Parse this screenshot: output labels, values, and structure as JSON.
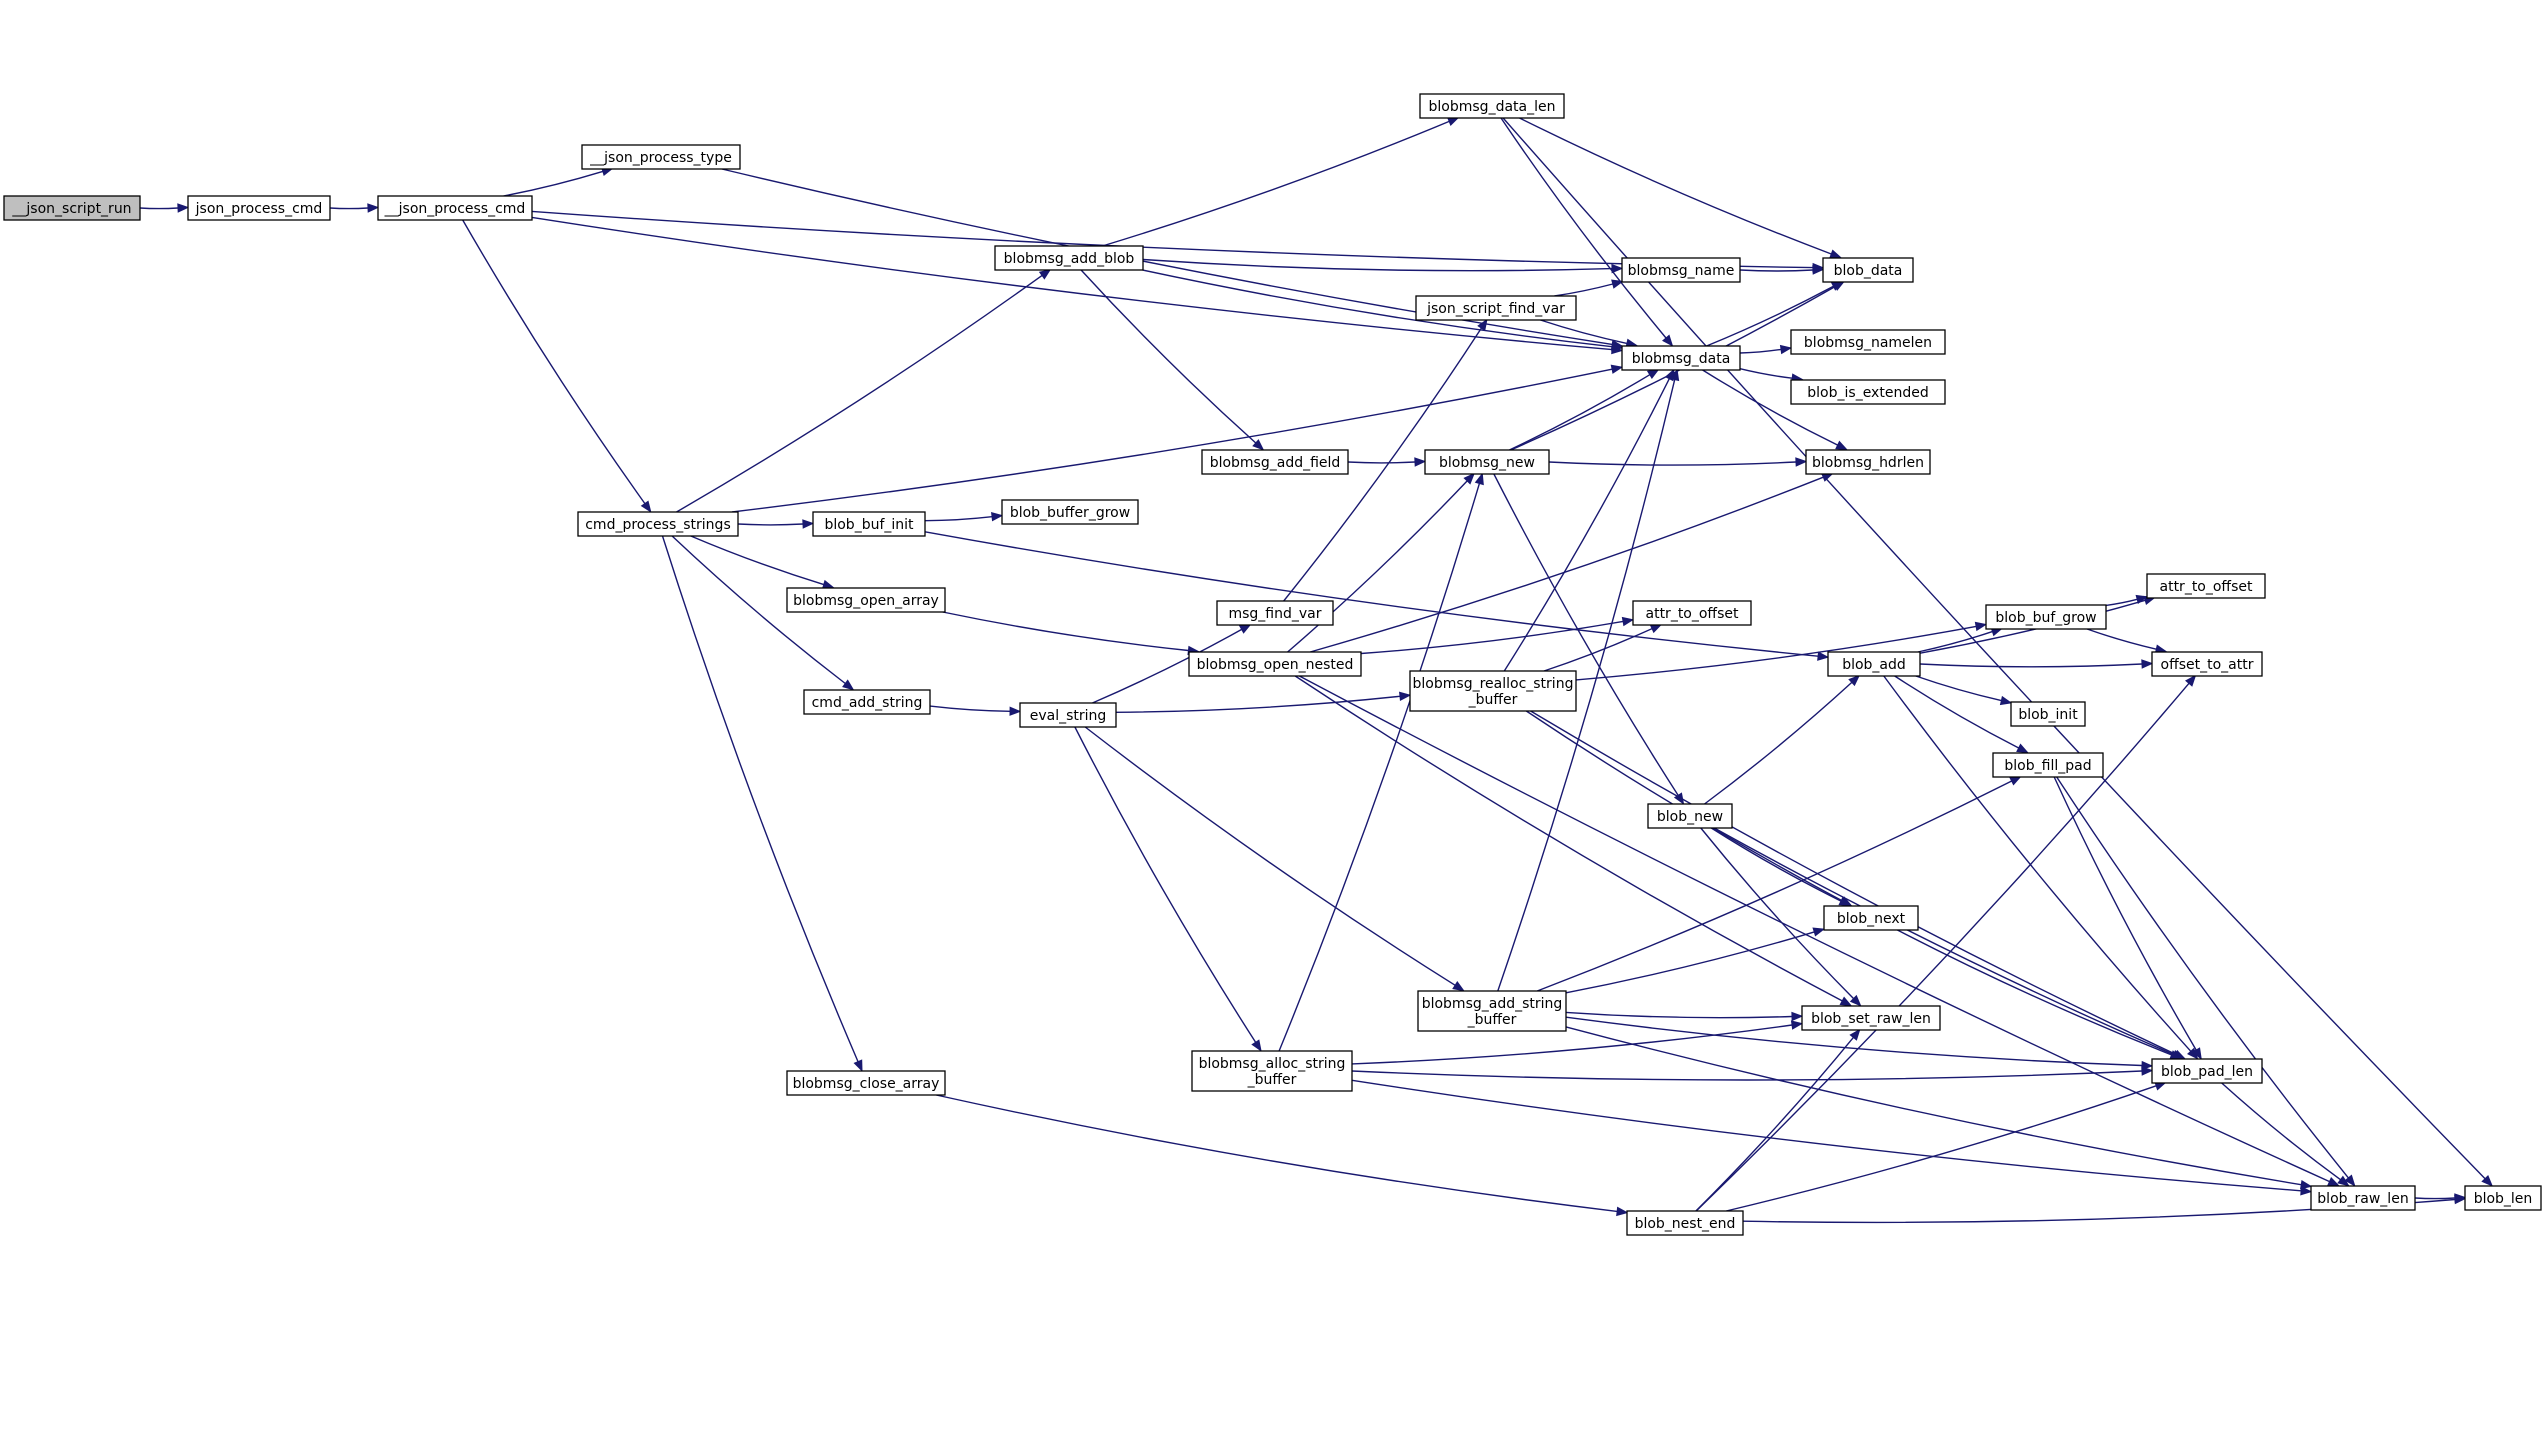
{
  "nodes": [
    {
      "id": "json_script_run",
      "label": "__json_script_run",
      "role": "root"
    },
    {
      "id": "json_process_cmd",
      "label": "json_process_cmd"
    },
    {
      "id": "__json_process_cmd",
      "label": "__json_process_cmd"
    },
    {
      "id": "__json_process_type",
      "label": "__json_process_type"
    },
    {
      "id": "cmd_process_strings",
      "label": "cmd_process_strings"
    },
    {
      "id": "blobmsg_add_blob",
      "label": "blobmsg_add_blob"
    },
    {
      "id": "blobmsg_data_len",
      "label": "blobmsg_data_len"
    },
    {
      "id": "json_script_find_var",
      "label": "json_script_find_var"
    },
    {
      "id": "blobmsg_name",
      "label": "blobmsg_name"
    },
    {
      "id": "blob_data",
      "label": "blob_data"
    },
    {
      "id": "blobmsg_data",
      "label": "blobmsg_data"
    },
    {
      "id": "blobmsg_namelen",
      "label": "blobmsg_namelen"
    },
    {
      "id": "blob_is_extended",
      "label": "blob_is_extended"
    },
    {
      "id": "blobmsg_add_field",
      "label": "blobmsg_add_field"
    },
    {
      "id": "blobmsg_new",
      "label": "blobmsg_new"
    },
    {
      "id": "blobmsg_hdrlen",
      "label": "blobmsg_hdrlen"
    },
    {
      "id": "blob_buf_init",
      "label": "blob_buf_init"
    },
    {
      "id": "blob_buffer_grow",
      "label": "blob_buffer_grow"
    },
    {
      "id": "blobmsg_open_array",
      "label": "blobmsg_open_array"
    },
    {
      "id": "msg_find_var",
      "label": "msg_find_var"
    },
    {
      "id": "blobmsg_open_nested",
      "label": "blobmsg_open_nested"
    },
    {
      "id": "attr_to_offset_1",
      "label": "attr_to_offset"
    },
    {
      "id": "attr_to_offset_2",
      "label": "attr_to_offset"
    },
    {
      "id": "blob_buf_grow",
      "label": "blob_buf_grow"
    },
    {
      "id": "blob_add",
      "label": "blob_add"
    },
    {
      "id": "offset_to_attr",
      "label": "offset_to_attr"
    },
    {
      "id": "cmd_add_string",
      "label": "cmd_add_string"
    },
    {
      "id": "eval_string",
      "label": "eval_string"
    },
    {
      "id": "blobmsg_realloc_string_buffer",
      "label": "blobmsg_realloc_string",
      "label2": "_buffer"
    },
    {
      "id": "blob_init",
      "label": "blob_init"
    },
    {
      "id": "blob_fill_pad",
      "label": "blob_fill_pad"
    },
    {
      "id": "blob_new",
      "label": "blob_new"
    },
    {
      "id": "blob_next",
      "label": "blob_next"
    },
    {
      "id": "blobmsg_add_string_buffer",
      "label": "blobmsg_add_string",
      "label2": "_buffer"
    },
    {
      "id": "blob_set_raw_len",
      "label": "blob_set_raw_len"
    },
    {
      "id": "blobmsg_close_array",
      "label": "blobmsg_close_array"
    },
    {
      "id": "blobmsg_alloc_string_buffer",
      "label": "blobmsg_alloc_string",
      "label2": "_buffer"
    },
    {
      "id": "blob_pad_len",
      "label": "blob_pad_len"
    },
    {
      "id": "blob_raw_len",
      "label": "blob_raw_len"
    },
    {
      "id": "blob_len",
      "label": "blob_len"
    },
    {
      "id": "blob_nest_end",
      "label": "blob_nest_end"
    }
  ],
  "edges": [
    [
      "json_script_run",
      "json_process_cmd"
    ],
    [
      "json_process_cmd",
      "__json_process_cmd"
    ],
    [
      "__json_process_cmd",
      "__json_process_type"
    ],
    [
      "__json_process_cmd",
      "blob_data"
    ],
    [
      "__json_process_cmd",
      "blobmsg_data"
    ],
    [
      "__json_process_cmd",
      "cmd_process_strings"
    ],
    [
      "__json_process_type",
      "blobmsg_data"
    ],
    [
      "cmd_process_strings",
      "blobmsg_add_blob"
    ],
    [
      "cmd_process_strings",
      "blobmsg_data"
    ],
    [
      "cmd_process_strings",
      "blob_buf_init"
    ],
    [
      "cmd_process_strings",
      "blobmsg_open_array"
    ],
    [
      "cmd_process_strings",
      "cmd_add_string"
    ],
    [
      "cmd_process_strings",
      "blobmsg_close_array"
    ],
    [
      "blobmsg_add_blob",
      "blobmsg_data_len"
    ],
    [
      "blobmsg_add_blob",
      "blobmsg_name"
    ],
    [
      "blobmsg_add_blob",
      "blobmsg_data"
    ],
    [
      "blobmsg_add_blob",
      "blobmsg_add_field"
    ],
    [
      "blobmsg_data_len",
      "blob_len"
    ],
    [
      "blobmsg_data_len",
      "blob_data"
    ],
    [
      "blobmsg_data_len",
      "blobmsg_data"
    ],
    [
      "json_script_find_var",
      "blobmsg_name"
    ],
    [
      "json_script_find_var",
      "blobmsg_data"
    ],
    [
      "blobmsg_name",
      "blob_data"
    ],
    [
      "blobmsg_data",
      "blob_data"
    ],
    [
      "blobmsg_data",
      "blobmsg_namelen"
    ],
    [
      "blobmsg_data",
      "blob_is_extended"
    ],
    [
      "blobmsg_data",
      "blobmsg_hdrlen"
    ],
    [
      "blobmsg_add_field",
      "blobmsg_new"
    ],
    [
      "blobmsg_new",
      "blobmsg_data"
    ],
    [
      "blobmsg_new",
      "blob_data"
    ],
    [
      "blobmsg_new",
      "blobmsg_hdrlen"
    ],
    [
      "blobmsg_new",
      "blob_new"
    ],
    [
      "blob_buf_init",
      "blob_buffer_grow"
    ],
    [
      "blob_buf_init",
      "blob_add"
    ],
    [
      "blobmsg_open_array",
      "blobmsg_open_nested"
    ],
    [
      "msg_find_var",
      "json_script_find_var"
    ],
    [
      "blobmsg_open_nested",
      "blobmsg_new"
    ],
    [
      "blobmsg_open_nested",
      "blobmsg_hdrlen"
    ],
    [
      "blobmsg_open_nested",
      "attr_to_offset_1"
    ],
    [
      "blobmsg_open_nested",
      "blob_set_raw_len"
    ],
    [
      "blobmsg_open_nested",
      "blob_raw_len"
    ],
    [
      "cmd_add_string",
      "eval_string"
    ],
    [
      "eval_string",
      "msg_find_var"
    ],
    [
      "eval_string",
      "blobmsg_realloc_string_buffer"
    ],
    [
      "eval_string",
      "blobmsg_add_string_buffer"
    ],
    [
      "eval_string",
      "blobmsg_alloc_string_buffer"
    ],
    [
      "blobmsg_realloc_string_buffer",
      "blobmsg_data"
    ],
    [
      "blobmsg_realloc_string_buffer",
      "attr_to_offset_1"
    ],
    [
      "blobmsg_realloc_string_buffer",
      "blob_buf_grow"
    ],
    [
      "blobmsg_realloc_string_buffer",
      "blob_next"
    ],
    [
      "blobmsg_realloc_string_buffer",
      "blob_pad_len"
    ],
    [
      "blob_add",
      "attr_to_offset_2"
    ],
    [
      "blob_add",
      "blob_buf_grow"
    ],
    [
      "blob_add",
      "offset_to_attr"
    ],
    [
      "blob_add",
      "blob_init"
    ],
    [
      "blob_add",
      "blob_fill_pad"
    ],
    [
      "blob_add",
      "blob_pad_len"
    ],
    [
      "blob_buf_grow",
      "attr_to_offset_2"
    ],
    [
      "blob_buf_grow",
      "offset_to_attr"
    ],
    [
      "blob_fill_pad",
      "blob_pad_len"
    ],
    [
      "blob_fill_pad",
      "blob_raw_len"
    ],
    [
      "blob_new",
      "blob_add"
    ],
    [
      "blob_new",
      "blob_next"
    ],
    [
      "blob_new",
      "blob_set_raw_len"
    ],
    [
      "blob_new",
      "blob_pad_len"
    ],
    [
      "blob_next",
      "blob_pad_len"
    ],
    [
      "blobmsg_add_string_buffer",
      "blobmsg_data"
    ],
    [
      "blobmsg_add_string_buffer",
      "blob_fill_pad"
    ],
    [
      "blobmsg_add_string_buffer",
      "blob_next"
    ],
    [
      "blobmsg_add_string_buffer",
      "blob_set_raw_len"
    ],
    [
      "blobmsg_add_string_buffer",
      "blob_pad_len"
    ],
    [
      "blobmsg_add_string_buffer",
      "blob_raw_len"
    ],
    [
      "blobmsg_close_array",
      "blob_nest_end"
    ],
    [
      "blobmsg_alloc_string_buffer",
      "blobmsg_new"
    ],
    [
      "blobmsg_alloc_string_buffer",
      "blob_set_raw_len"
    ],
    [
      "blobmsg_alloc_string_buffer",
      "blob_pad_len"
    ],
    [
      "blobmsg_alloc_string_buffer",
      "blob_raw_len"
    ],
    [
      "blob_nest_end",
      "blob_set_raw_len"
    ],
    [
      "blob_nest_end",
      "offset_to_attr"
    ],
    [
      "blob_nest_end",
      "blob_pad_len"
    ],
    [
      "blob_nest_end",
      "blob_len"
    ],
    [
      "blob_pad_len",
      "blob_raw_len"
    ],
    [
      "blob_raw_len",
      "blob_len"
    ]
  ]
}
